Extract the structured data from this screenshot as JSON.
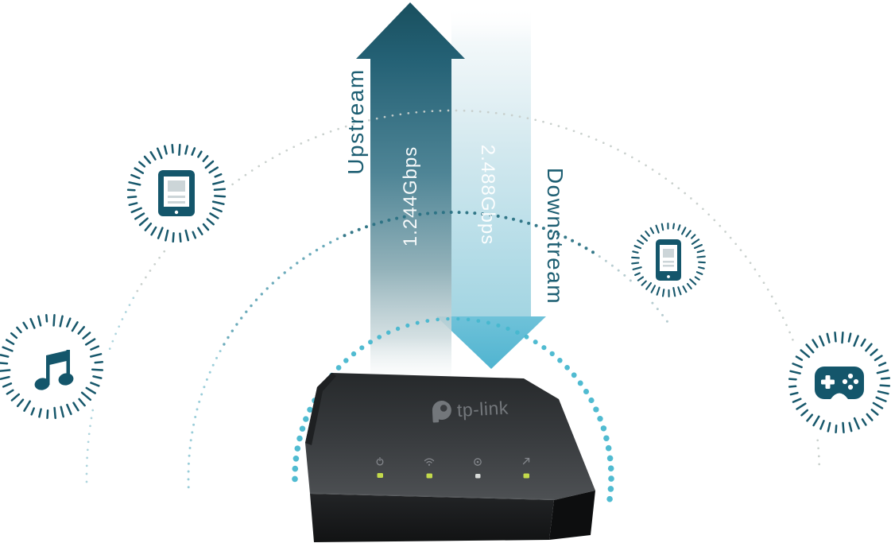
{
  "hero": {
    "upstream": {
      "label": "Upstream",
      "speed": "1.244Gbps"
    },
    "downstream": {
      "label": "Downstream",
      "speed": "2.488Gbps"
    }
  },
  "device": {
    "brand": "tp-link",
    "leds": [
      {
        "name": "power-led",
        "state": "on",
        "color": "#c3da4b"
      },
      {
        "name": "wifi-led",
        "state": "on",
        "color": "#c3da4b"
      },
      {
        "name": "pon-led",
        "state": "dim",
        "color": "#d8dbd9"
      },
      {
        "name": "los-led",
        "state": "on",
        "color": "#c3da4b"
      }
    ]
  },
  "connected_devices": [
    {
      "name": "tablet"
    },
    {
      "name": "music-player"
    },
    {
      "name": "smartphone"
    },
    {
      "name": "game-controller"
    }
  ],
  "colors": {
    "icon_teal": "#14566b",
    "tick_ring": "#17576b",
    "label_teal": "#1d5e72",
    "inner_dots": "#47b7cf",
    "middle_dots_dark": "#2a7183",
    "middle_dots_light": "#8fc8d5",
    "middle_dots_gray": "#a9c3c8",
    "outer_dots": "#c6cdca",
    "outer_dots_teal": "#a9d2db",
    "arrow_up_dark": "#1a5362",
    "arrow_down_head": "#5fbcd5"
  }
}
